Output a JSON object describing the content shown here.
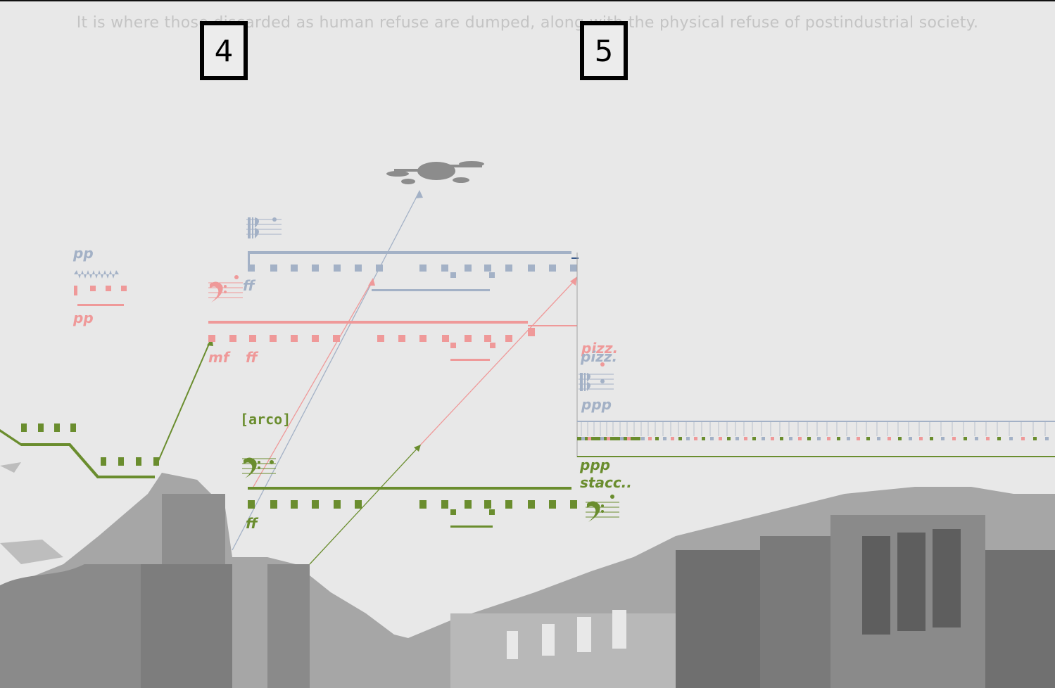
{
  "caption": "It is where those discarded as human refuse are dumped, along with the physical refuse of postindustrial society.",
  "rehearsal_marks": [
    "4",
    "5"
  ],
  "dynamics": {
    "pp_blue": "pp",
    "pp_red": "pp",
    "ff_blue": "ff",
    "mf_red": "mf",
    "ff_red": "ff",
    "ff_green": "ff",
    "pizz_red": "pizz.",
    "pizz_blue": "pizz.",
    "ppp_blue": "ppp",
    "ppp_green": "ppp",
    "stacc_green": "stacc.."
  },
  "technique": {
    "arco": "[arco]"
  },
  "colors": {
    "background": "#e8e8e8",
    "violin_blue": "#a3b1c6",
    "viola_red": "#ef9999",
    "cello_green": "#6a8d2e",
    "photo_gray": "#a6a6a6"
  },
  "icons": [
    "drone-image",
    "alto-clef-icon",
    "bass-clef-icon",
    "arrow-icon",
    "rowhouse-photo"
  ]
}
